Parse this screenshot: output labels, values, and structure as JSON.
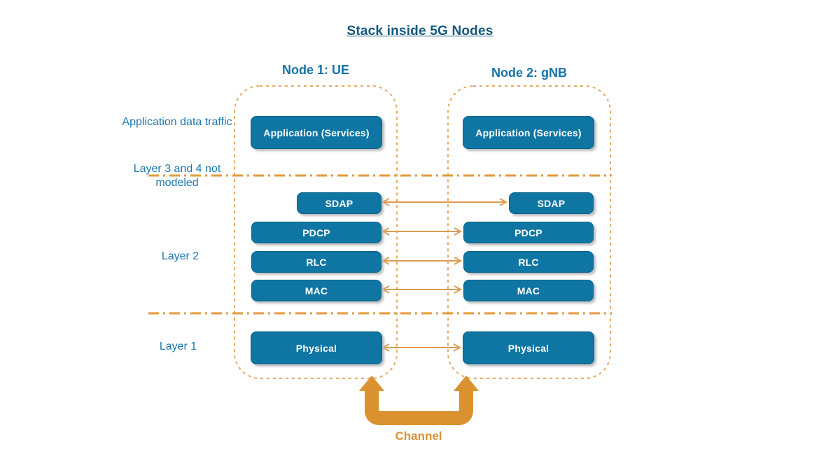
{
  "title": "Stack inside 5G Nodes",
  "left_labels": {
    "app_traffic": "Application data traffic",
    "not_modeled": "Layer 3 and 4 not modeled",
    "layer2": "Layer 2",
    "layer1": "Layer 1"
  },
  "nodes": [
    {
      "header": "Node 1: UE",
      "layers": {
        "application": "Application (Services)",
        "sdap": "SDAP",
        "pdcp": "PDCP",
        "rlc": "RLC",
        "mac": "MAC",
        "physical": "Physical"
      }
    },
    {
      "header": "Node 2: gNB",
      "layers": {
        "application": "Application (Services)",
        "sdap": "SDAP",
        "pdcp": "PDCP",
        "rlc": "RLC",
        "mac": "MAC",
        "physical": "Physical"
      }
    }
  ],
  "channel": {
    "label": "Channel"
  },
  "colors": {
    "box_fill": "#0F76A3",
    "title_blue": "#14587E",
    "header_blue": "#1574A8",
    "label_blue": "#1A77AE",
    "node_border_orange": "#E6A95F",
    "dash_dot_orange": "#E39A3B",
    "arrow_orange": "#DD9C52",
    "channel_orange": "#D9922F"
  }
}
